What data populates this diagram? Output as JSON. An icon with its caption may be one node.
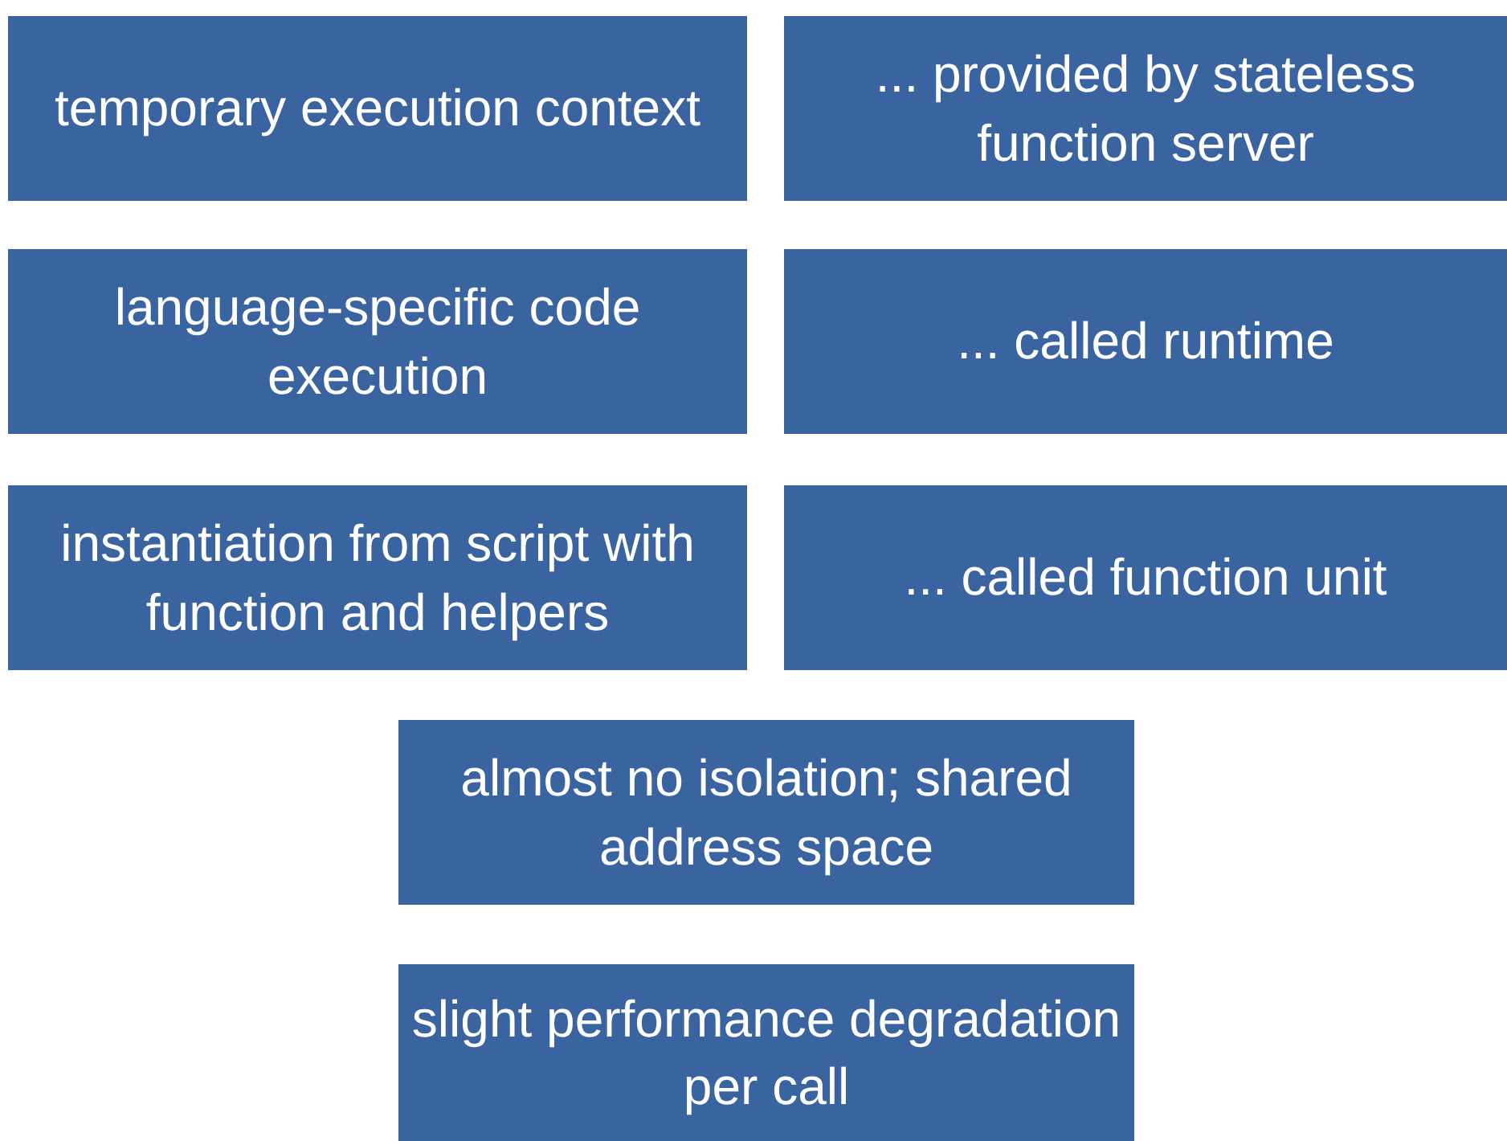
{
  "diagram": {
    "nodes": [
      {
        "text": [
          "temporary execution context"
        ]
      },
      {
        "text": [
          "... provided by stateless function server"
        ]
      },
      {
        "text": [
          "language-specific code execution"
        ]
      },
      {
        "text": [
          "... called runtime"
        ]
      },
      {
        "text": [
          "instantiation from script with function and helpers"
        ]
      },
      {
        "text": [
          "... called function unit"
        ]
      },
      {
        "text": [
          "almost no isolation; shared address space"
        ]
      },
      {
        "text": [
          "slight performance degradation per call"
        ]
      }
    ]
  }
}
